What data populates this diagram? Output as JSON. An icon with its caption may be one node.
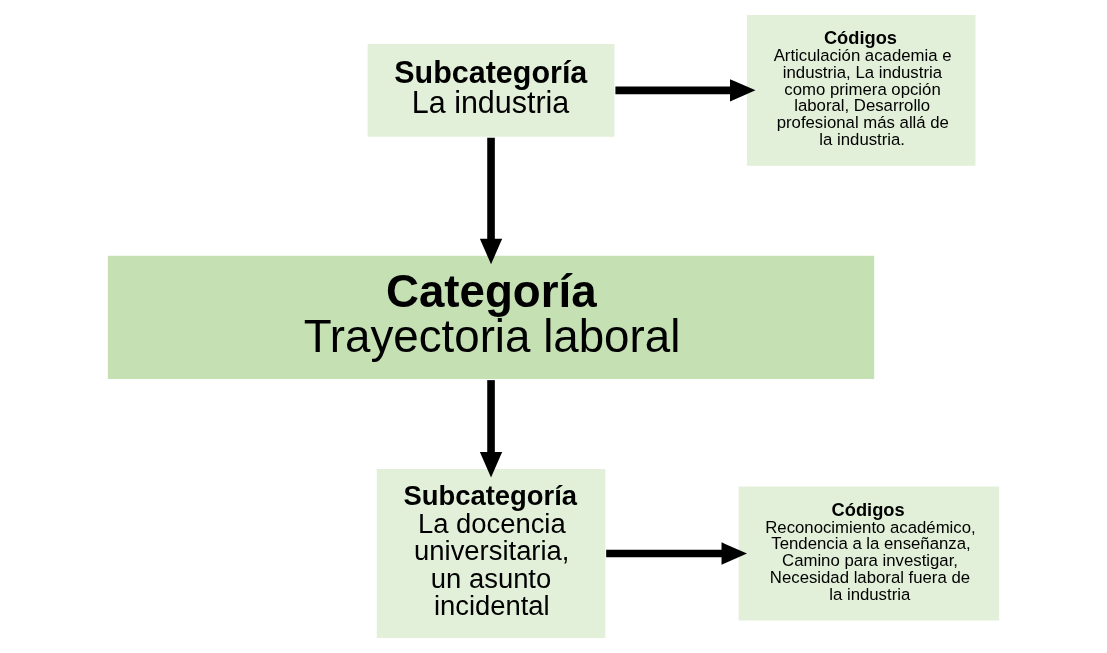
{
  "diagram": {
    "nodes": [
      {
        "text": [
          "Subcategoría",
          "La industria"
        ]
      },
      {
        "text": [
          "Códigos",
          "Articulación academia e industria, La industria como primera opción laboral, Desarrollo profesional más allá de la industria."
        ]
      },
      {
        "text": [
          "Categoría",
          "Trayectoria laboral"
        ]
      },
      {
        "text": [
          "Subcategoría",
          "La docencia universitaria, un asunto incidental"
        ]
      },
      {
        "text": [
          "Códigos",
          "Reconocimiento académico, Tendencia a la enseñanza, Camino para investigar, Necesidad laboral fuera de la industria"
        ]
      }
    ],
    "edges": [
      {
        "from": 0,
        "to": 1,
        "arrow": "to"
      },
      {
        "from": 0,
        "to": 2,
        "arrow": "to"
      },
      {
        "from": 2,
        "to": 3,
        "arrow": "to"
      },
      {
        "from": 3,
        "to": 4,
        "arrow": "to"
      }
    ]
  }
}
